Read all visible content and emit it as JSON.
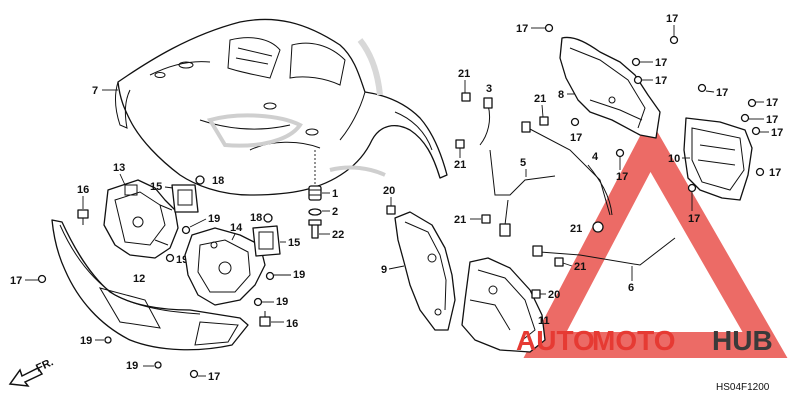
{
  "diagram": {
    "code": "HS04F1200",
    "direction_label": "FR.",
    "watermark": {
      "word1": "AUTO",
      "word2": "MOTO",
      "word3": "HUB",
      "color_red": "#e63a33",
      "color_dark": "#3a3a3a"
    },
    "parts": [
      {
        "id": "p7",
        "label": "7"
      },
      {
        "id": "p3",
        "label": "3"
      },
      {
        "id": "p21a",
        "label": "21"
      },
      {
        "id": "p21b",
        "label": "21"
      },
      {
        "id": "p21c",
        "label": "21"
      },
      {
        "id": "p21d",
        "label": "21"
      },
      {
        "id": "p21e",
        "label": "21"
      },
      {
        "id": "p21f",
        "label": "21"
      },
      {
        "id": "p8",
        "label": "8"
      },
      {
        "id": "p17a",
        "label": "17"
      },
      {
        "id": "p17b",
        "label": "17"
      },
      {
        "id": "p17c",
        "label": "17"
      },
      {
        "id": "p17d",
        "label": "17"
      },
      {
        "id": "p17e",
        "label": "17"
      },
      {
        "id": "p17f",
        "label": "17"
      },
      {
        "id": "p17g",
        "label": "17"
      },
      {
        "id": "p17h",
        "label": "17"
      },
      {
        "id": "p17i",
        "label": "17"
      },
      {
        "id": "p17j",
        "label": "17"
      },
      {
        "id": "p17k",
        "label": "17"
      },
      {
        "id": "p17l",
        "label": "17"
      },
      {
        "id": "p17m",
        "label": "17"
      },
      {
        "id": "p17n",
        "label": "17"
      },
      {
        "id": "p10",
        "label": "10"
      },
      {
        "id": "p4",
        "label": "4"
      },
      {
        "id": "p5",
        "label": "5"
      },
      {
        "id": "p6",
        "label": "6"
      },
      {
        "id": "p13",
        "label": "13"
      },
      {
        "id": "p16a",
        "label": "16"
      },
      {
        "id": "p16b",
        "label": "16"
      },
      {
        "id": "p15a",
        "label": "15"
      },
      {
        "id": "p15b",
        "label": "15"
      },
      {
        "id": "p18a",
        "label": "18"
      },
      {
        "id": "p18b",
        "label": "18"
      },
      {
        "id": "p1",
        "label": "1"
      },
      {
        "id": "p2",
        "label": "2"
      },
      {
        "id": "p22",
        "label": "22"
      },
      {
        "id": "p20a",
        "label": "20"
      },
      {
        "id": "p20b",
        "label": "20"
      },
      {
        "id": "p19a",
        "label": "19"
      },
      {
        "id": "p19b",
        "label": "19"
      },
      {
        "id": "p19c",
        "label": "19"
      },
      {
        "id": "p19d",
        "label": "19"
      },
      {
        "id": "p19e",
        "label": "19"
      },
      {
        "id": "p19f",
        "label": "19"
      },
      {
        "id": "p14",
        "label": "14"
      },
      {
        "id": "p12",
        "label": "12"
      },
      {
        "id": "p9",
        "label": "9"
      },
      {
        "id": "p11",
        "label": "11"
      }
    ]
  }
}
